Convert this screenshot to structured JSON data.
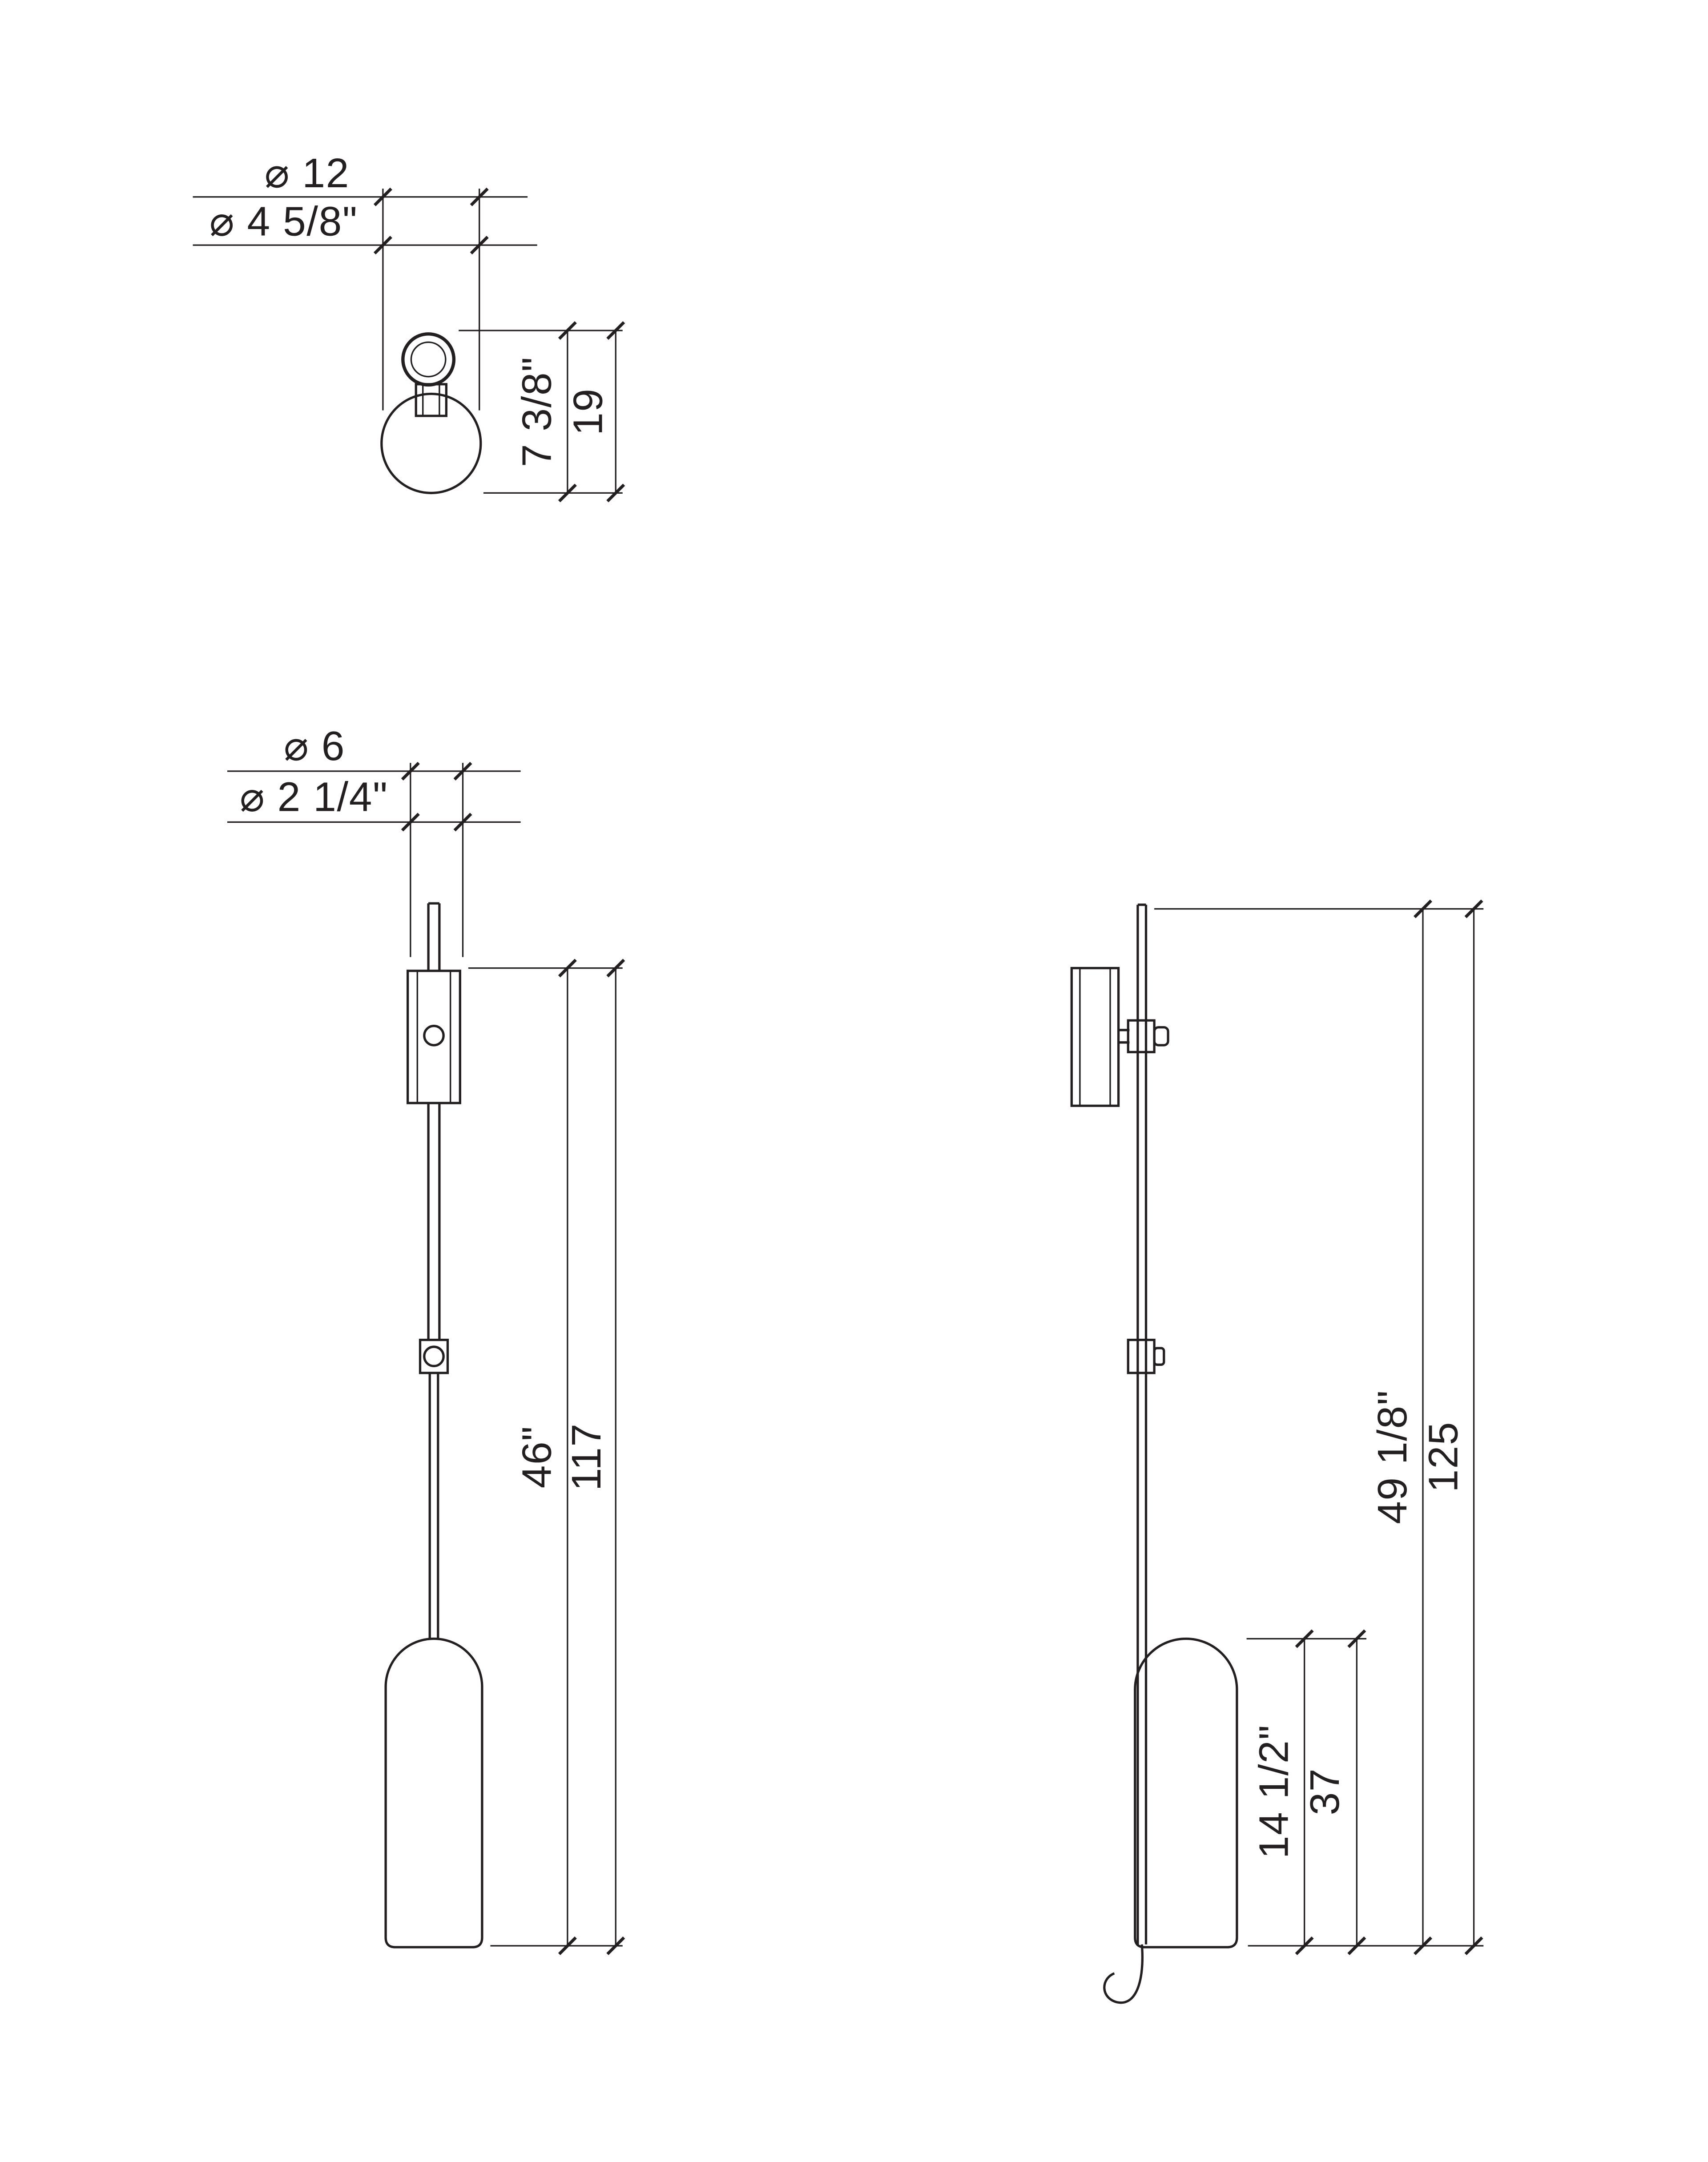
{
  "meta": {
    "background_color": "#ffffff",
    "ink_color": "#231f20",
    "drawing_type": "dimensioned technical drawing of a pendant light fixture, three views"
  },
  "top_view": {
    "diameter_outer_cm": "⌀ 12",
    "diameter_outer_in": "⌀ 4 5/8\"",
    "height_in": "7 3/8\"",
    "height_cm": "19"
  },
  "front_view": {
    "canopy_diameter_cm": "⌀ 6",
    "canopy_diameter_in": "⌀ 2 1/4\"",
    "drop_height_in": "46\"",
    "drop_height_cm": "117"
  },
  "side_view": {
    "overall_height_in": "49 1/8\"",
    "overall_height_cm": "125",
    "shade_height_in": "14 1/2\"",
    "shade_height_cm": "37"
  }
}
